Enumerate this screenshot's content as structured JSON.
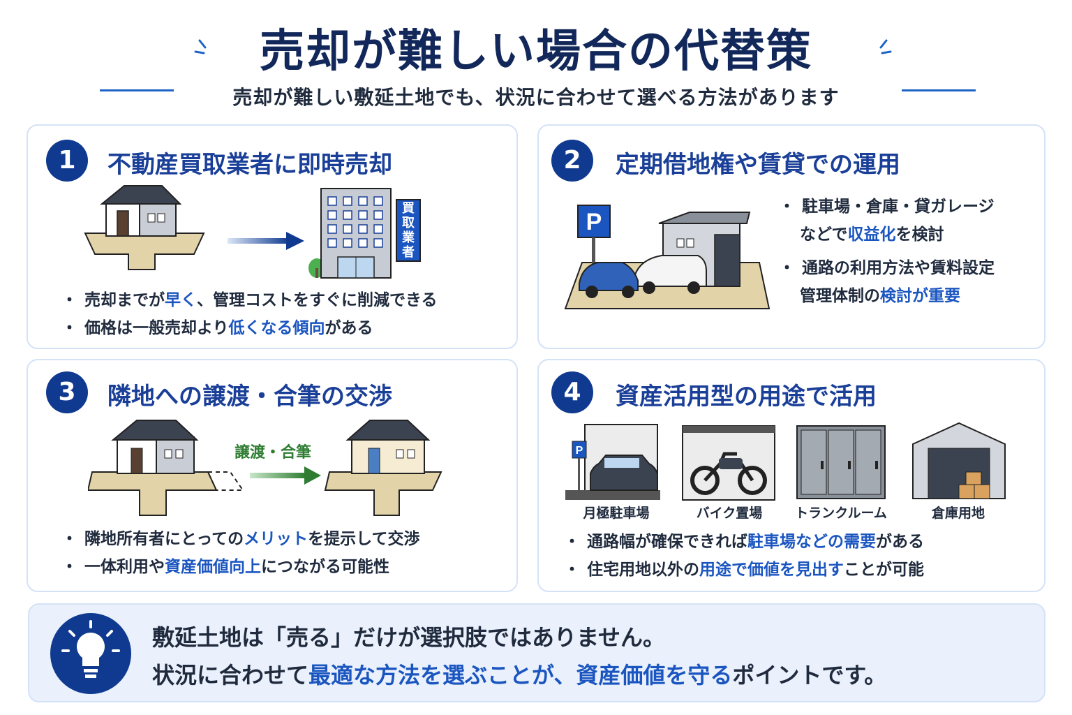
{
  "header": {
    "title": "売却が難しい場合の代替策",
    "subtitle": "売却が難しい敷延土地でも、状況に合わせて選べる方法があります"
  },
  "cards": [
    {
      "number": "1",
      "title": "不動産買取業者に即時売却",
      "building_sign": [
        "買",
        "取",
        "業",
        "者"
      ],
      "bullets": [
        {
          "pre": "売却までが",
          "hl": "早く",
          "post": "、管理コストをすぐに削減できる"
        },
        {
          "pre": "価格は一般売却より",
          "hl": "低くなる傾向",
          "post": "がある"
        }
      ]
    },
    {
      "number": "2",
      "title": "定期借地権や賃貸での運用",
      "parking_sign": "P",
      "bullets": [
        {
          "line1": "駐車場・倉庫・貸ガレージ",
          "pre": "などで",
          "hl": "収益化",
          "post": "を検討"
        },
        {
          "line1": "通路の利用方法や賃料設定",
          "pre": "管理体制の",
          "hl": "検討が重要",
          "post": ""
        }
      ]
    },
    {
      "number": "3",
      "title": "隣地への譲渡・合筆の交渉",
      "arrow_label": "譲渡・合筆",
      "bullets": [
        {
          "pre": "隣地所有者にとっての",
          "hl": "メリット",
          "post": "を提示して交渉"
        },
        {
          "pre": "一体利用や",
          "hl": "資産価値向上",
          "post": "につながる可能性"
        }
      ]
    },
    {
      "number": "4",
      "title": "資産活用型の用途で活用",
      "uses": [
        "月極駐車場",
        "バイク置場",
        "トランクルーム",
        "倉庫用地"
      ],
      "bullets": [
        {
          "pre": "通路幅が確保できれば",
          "hl": "駐車場などの需要",
          "post": "がある"
        },
        {
          "pre": "住宅用地以外の",
          "hl": "用途で価値を見出す",
          "post": "ことが可能"
        }
      ]
    }
  ],
  "summary": {
    "line1": "敷延土地は「売る」だけが選択肢ではありません。",
    "line2_pre": "状況に合わせて",
    "line2_hl": "最適な方法を選ぶことが、資産価値を守る",
    "line2_post": "ポイントです。"
  },
  "colors": {
    "navy": "#0f3a8f",
    "accent": "#1a55c0",
    "green": "#2e7d32",
    "border": "#d4e2f7"
  },
  "icons": [
    "house-icon",
    "arrow-right-icon",
    "office-building-icon",
    "parking-sign-icon",
    "car-icon",
    "van-icon",
    "warehouse-icon",
    "motorcycle-icon",
    "storage-locker-icon",
    "lightbulb-icon"
  ]
}
